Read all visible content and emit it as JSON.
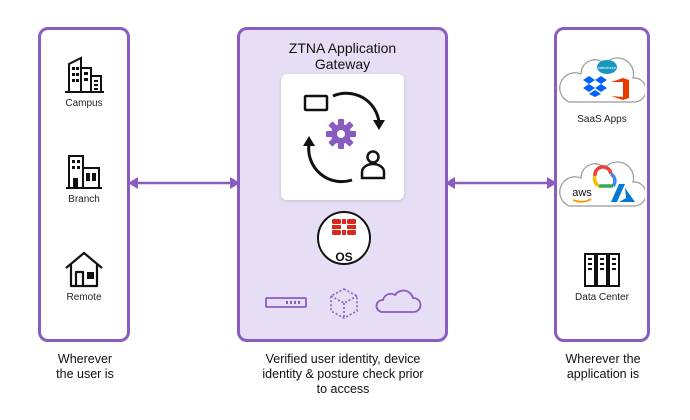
{
  "left_panel": {
    "items": [
      {
        "label": "Campus",
        "icon": "campus-building-icon"
      },
      {
        "label": "Branch",
        "icon": "branch-building-icon"
      },
      {
        "label": "Remote",
        "icon": "home-icon"
      }
    ],
    "caption_line1": "Wherever",
    "caption_line2": "the user is"
  },
  "center_panel": {
    "title_line1": "ZTNA Application",
    "title_line2": "Gateway",
    "os_label": "OS",
    "caption_line1": "Verified user identity, device",
    "caption_line2": "identity & posture check prior",
    "caption_line3": "to access"
  },
  "right_panel": {
    "items": [
      {
        "label": "SaaS Apps",
        "icon": "saas-cloud-icon"
      },
      {
        "label": "",
        "icon": "multicloud-icon",
        "badge": "aws"
      },
      {
        "label": "Data Center",
        "icon": "server-rack-icon"
      }
    ],
    "caption_line1": "Wherever the",
    "caption_line2": "application is"
  },
  "colors": {
    "accent": "#8a5cc2",
    "panel_fill": "#e6def4",
    "fortinet_red": "#da291c"
  }
}
